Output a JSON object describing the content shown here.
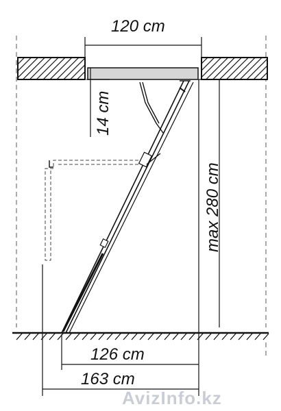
{
  "diagram": {
    "subject": "attic folding ladder installation dimensions",
    "dimensions": {
      "hatch_width": "120 cm",
      "hatch_thickness": "14 cm",
      "max_height": "max 280 cm",
      "floor_footprint": "126 cm",
      "total_clearance": "163 cm"
    }
  },
  "watermark": "AvizInfo.kz",
  "colors": {
    "line": "#111111",
    "hatch_panel_fill": "#d6d6d6",
    "dashed_outline": "#444444",
    "watermark": "#c9ced6"
  }
}
